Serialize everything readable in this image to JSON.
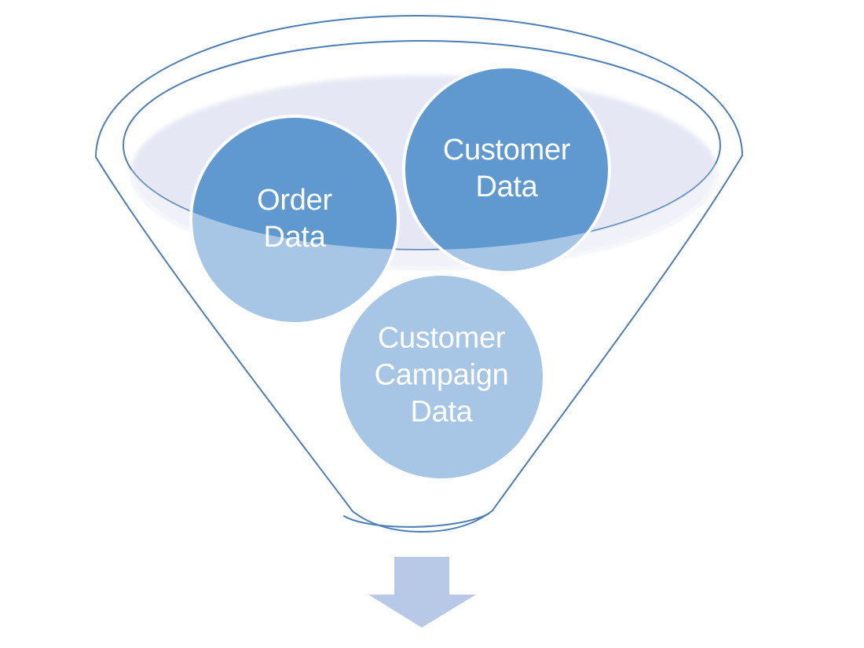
{
  "diagram": {
    "type": "funnel-with-bubbles",
    "background_color": "#ffffff",
    "outline_color": "#4c7db4",
    "bowl_surface_color": "#e5e8f4",
    "bubble_color": "#6098d0",
    "bubble_color_washed": "#a7c5e4",
    "front_wall_overlay": "rgba(255,255,255,0.45)",
    "arrow_color": "#b7c9e7",
    "label_color": "#ffffff",
    "bubbles": [
      {
        "id": "order-data",
        "label": "Order Data",
        "lines": [
          "Order",
          "Data"
        ]
      },
      {
        "id": "customer-data",
        "label": "Customer Data",
        "lines": [
          "Customer",
          "Data"
        ]
      },
      {
        "id": "customer-campaign-data",
        "label": "Customer Campaign Data",
        "lines": [
          "Customer",
          "Campaign",
          "Data"
        ]
      }
    ],
    "arrow": {
      "direction": "down"
    }
  }
}
